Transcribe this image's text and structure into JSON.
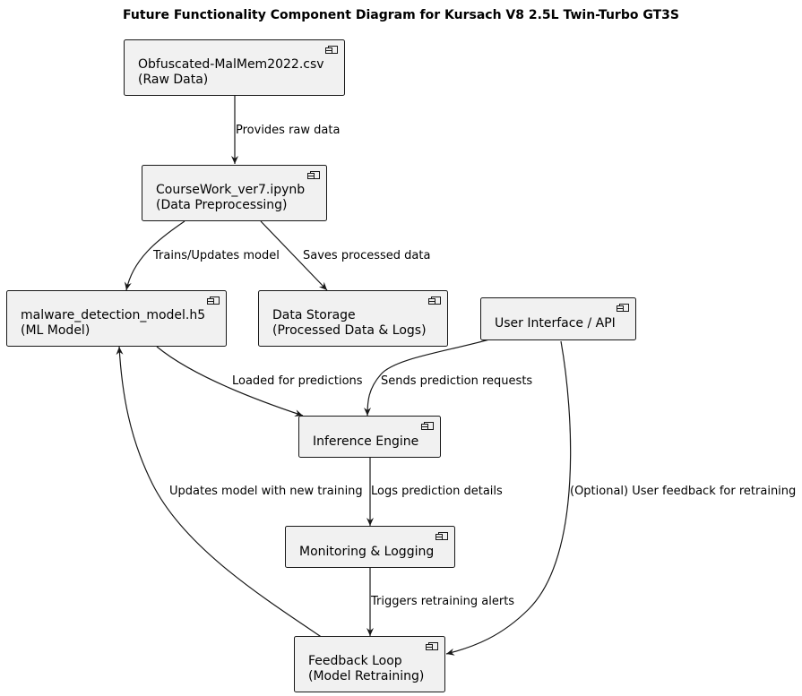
{
  "diagram": {
    "title": "Future Functionality Component Diagram for Kursach V8 2.5L Twin-Turbo GT3S",
    "nodes": {
      "raw_data": {
        "lines": [
          "Obfuscated-MalMem2022.csv",
          "(Raw Data)"
        ]
      },
      "preprocessing": {
        "lines": [
          "CourseWork_ver7.ipynb",
          "(Data Preprocessing)"
        ]
      },
      "ml_model": {
        "lines": [
          "malware_detection_model.h5",
          "(ML Model)"
        ]
      },
      "data_storage": {
        "lines": [
          "Data Storage",
          "(Processed Data & Logs)"
        ]
      },
      "ui_api": {
        "lines": [
          "User Interface / API"
        ]
      },
      "inference": {
        "lines": [
          "Inference Engine"
        ]
      },
      "monitoring": {
        "lines": [
          "Monitoring & Logging"
        ]
      },
      "feedback": {
        "lines": [
          "Feedback Loop",
          "(Model Retraining)"
        ]
      }
    },
    "edges": {
      "raw_to_pre": "Provides raw data",
      "pre_to_model": "Trains/Updates model",
      "pre_to_storage": "Saves processed data",
      "model_to_inference": "Loaded for predictions",
      "ui_to_inference": "Sends prediction requests",
      "feedback_to_model": "Updates model with new training",
      "inference_to_monitoring": "Logs prediction details",
      "ui_to_feedback": "(Optional) User feedback for retraining",
      "monitoring_to_feedback": "Triggers retraining alerts"
    },
    "colors": {
      "node_fill": "#f1f1f1",
      "stroke": "#181818"
    }
  }
}
